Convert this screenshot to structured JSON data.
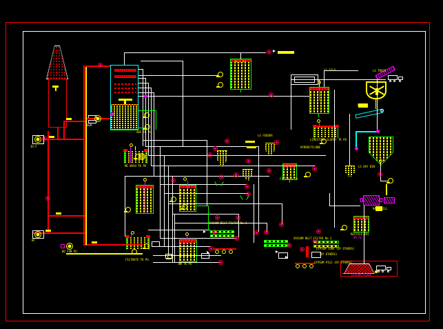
{
  "drawing_colors": {
    "background": "#000000",
    "border_outer": "#ff0000",
    "border_inner": "#ffffff",
    "pipes": "#ffffff",
    "slurry_lines": "#00ff00",
    "equipment_hatch": "#ffff00",
    "ducts": "#ff0000",
    "absorber_outline": "#00ffff",
    "instruments": "#ff00ff"
  },
  "labels": {
    "ggh": "GGH",
    "idfan": "ID-F",
    "buf": "BF",
    "bofan": "BO FAN PU",
    "mewash": "ME WASH TK PU",
    "abspu": "ABS TK PU",
    "tka": "TK-1 PU",
    "lsfeed": "LS FEEDER",
    "cyclone": "HYDROCYCLONE",
    "lstk": "LIMESTONE SLURRY TK PU",
    "lssilo": "LS SILO",
    "daybin": "LS DAY BIN",
    "recycletk": "RECYCLE-TK5",
    "bmpu": "BM-PU",
    "conv1": "GYPSUM CONV (BY OTHERS)",
    "conv2": "(BY OTHERS)",
    "pile": "GYPSUM PILE (BY OTHERS)",
    "stackout": "GYPSUM STACK",
    "vbf1": "VACUUM BELT FILTER No.1",
    "vbf2": "VACUUM BELT FILTER No.2",
    "filtratepu": "FILTRATE TK PU",
    "wwtk": "WW TK PU",
    "filtrate": "FILTRATE TK",
    "truckin": "LS TRUCK",
    "hopper": "HOPPER",
    "mill": "BALL MILL"
  }
}
